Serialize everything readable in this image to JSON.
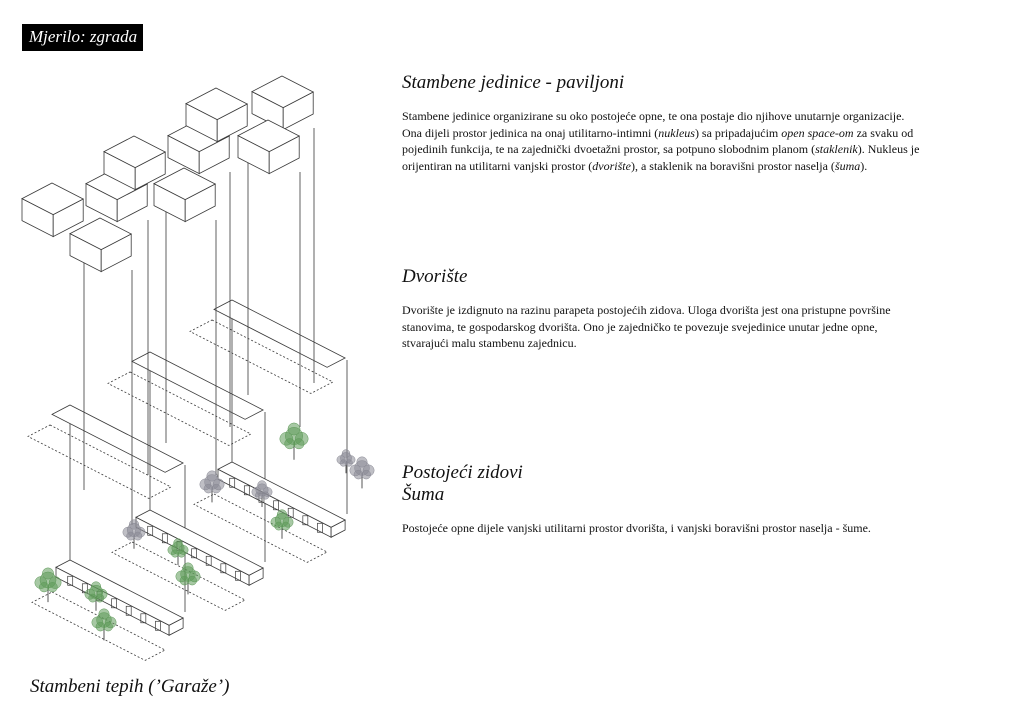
{
  "scale_label": "Mjerilo: zgrada",
  "sections": [
    {
      "title": "Stambene jedinice - paviljoni",
      "paragraph": [
        {
          "t": "Stambene jedinice organizirane su oko postojeće opne, te ona postaje dio njihove unutarnje organizacije. Ona dijeli prostor jedinica na onaj utilitarno-intimni ("
        },
        {
          "t": "nukleus",
          "i": true
        },
        {
          "t": ") sa pripadajućim "
        },
        {
          "t": "open space-om",
          "i": true
        },
        {
          "t": " za svaku od pojedinih funkcija, te na zajednički dvoetažni prostor, sa potpuno slobodnim planom ("
        },
        {
          "t": "staklenik",
          "i": true
        },
        {
          "t": "). Nukleus je orijentiran na utilitarni vanjski prostor ("
        },
        {
          "t": "dvorište",
          "i": true
        },
        {
          "t": "), a staklenik na boravišni prostor naselja ("
        },
        {
          "t": "šuma",
          "i": true
        },
        {
          "t": ")."
        }
      ]
    },
    {
      "title": "Dvorište",
      "paragraph": [
        {
          "t": "Dvorište je izdignuto na razinu parapeta postojećih zidova. Uloga dvorišta jest ona pristupne površine stanovima, te gospodarskog dvorišta. Ono je zajedničko te povezuje svejedinice unutar jedne opne, stvarajući malu stambenu zajednicu."
        }
      ]
    },
    {
      "title": "Postojeći zidovi",
      "subtitle": "Šuma",
      "paragraph": [
        {
          "t": "Postojeće opne dijele vanjski utilitarni prostor dvorišta, i vanjski boravišni prostor naselja - šume."
        }
      ]
    }
  ],
  "footer_title": "Stambeni tepih (’Garaže’)",
  "colors": {
    "line": "#3a3a3a",
    "tree_green": "#5f9a5a",
    "tree_grey": "#8a8a95",
    "label_bg": "#000000"
  }
}
